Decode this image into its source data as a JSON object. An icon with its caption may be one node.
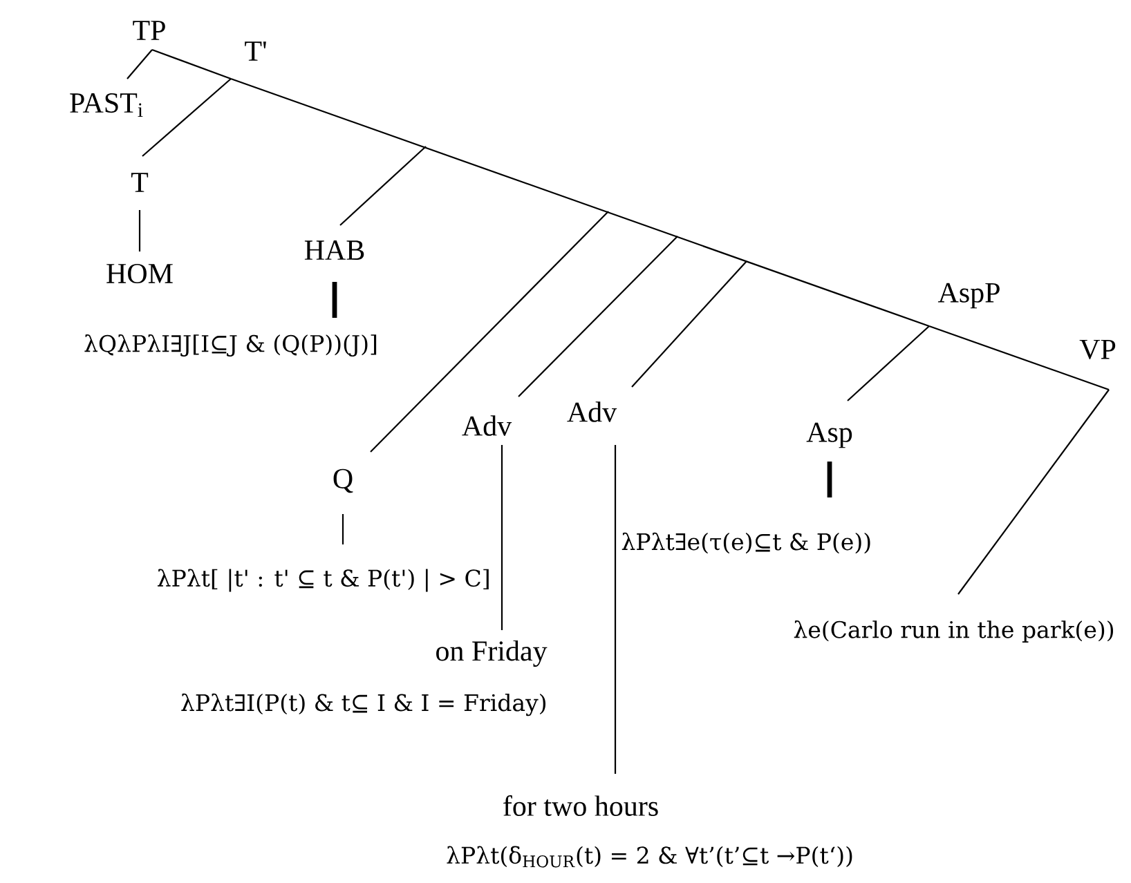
{
  "diagram": {
    "nodes": [
      {
        "text": [
          "TP"
        ]
      },
      {
        "text": [
          "PAST$_{i}$"
        ]
      },
      {
        "text": [
          "T'"
        ]
      },
      {
        "text": [
          "T"
        ]
      },
      {
        "text": [
          "HOM"
        ]
      },
      {
        "text": [
          "HAB"
        ]
      },
      {
        "text": [
          "λQλPλI∃J[I⊆J & (Q(P))(J)]"
        ]
      },
      {
        "text": [
          "Q"
        ]
      },
      {
        "text": [
          "λPλt[ |t' : t' ⊆ t & P(t') | > C]"
        ]
      },
      {
        "text": [
          "Adv"
        ]
      },
      {
        "text": [
          "on Friday"
        ]
      },
      {
        "text": [
          "λPλt∃I(P(t) & t⊆ I & I = Friday)"
        ]
      },
      {
        "text": [
          "Adv"
        ]
      },
      {
        "text": [
          "for two hours"
        ]
      },
      {
        "text": [
          "λPλt(δ$_{HOUR}$(t) = 2 & ∀t’(t’⊆t →P(t‘))"
        ]
      },
      {
        "text": [
          "AspP"
        ]
      },
      {
        "text": [
          "Asp"
        ]
      },
      {
        "text": [
          "λPλt∃e(τ(e)⊆t & P(e))"
        ]
      },
      {
        "text": [
          "VP"
        ]
      },
      {
        "text": [
          "λe(Carlo run in the park(e))"
        ]
      }
    ],
    "edges": [
      {
        "from": 0,
        "to": 1,
        "arrow": "none"
      },
      {
        "from": 0,
        "to": 2,
        "arrow": "none"
      },
      {
        "from": 2,
        "to": 15,
        "arrow": "none"
      },
      {
        "from": 15,
        "to": 18,
        "arrow": "none"
      },
      {
        "from": 2,
        "to": 3,
        "arrow": "none"
      },
      {
        "from": 3,
        "to": 4,
        "arrow": "none"
      },
      {
        "from": null,
        "to": 5,
        "arrow": "none"
      },
      {
        "from": 5,
        "to": 6,
        "arrow": "none",
        "style": "thick"
      },
      {
        "from": null,
        "to": 7,
        "arrow": "none"
      },
      {
        "from": 7,
        "to": 8,
        "arrow": "none"
      },
      {
        "from": null,
        "to": 9,
        "arrow": "none"
      },
      {
        "from": 9,
        "to": 10,
        "arrow": "none"
      },
      {
        "from": null,
        "to": 12,
        "arrow": "none"
      },
      {
        "from": 12,
        "to": 13,
        "arrow": "none"
      },
      {
        "from": 15,
        "to": 16,
        "arrow": "none"
      },
      {
        "from": 16,
        "to": 17,
        "arrow": "none",
        "style": "thick"
      },
      {
        "from": 18,
        "to": 19,
        "arrow": "none"
      }
    ]
  }
}
